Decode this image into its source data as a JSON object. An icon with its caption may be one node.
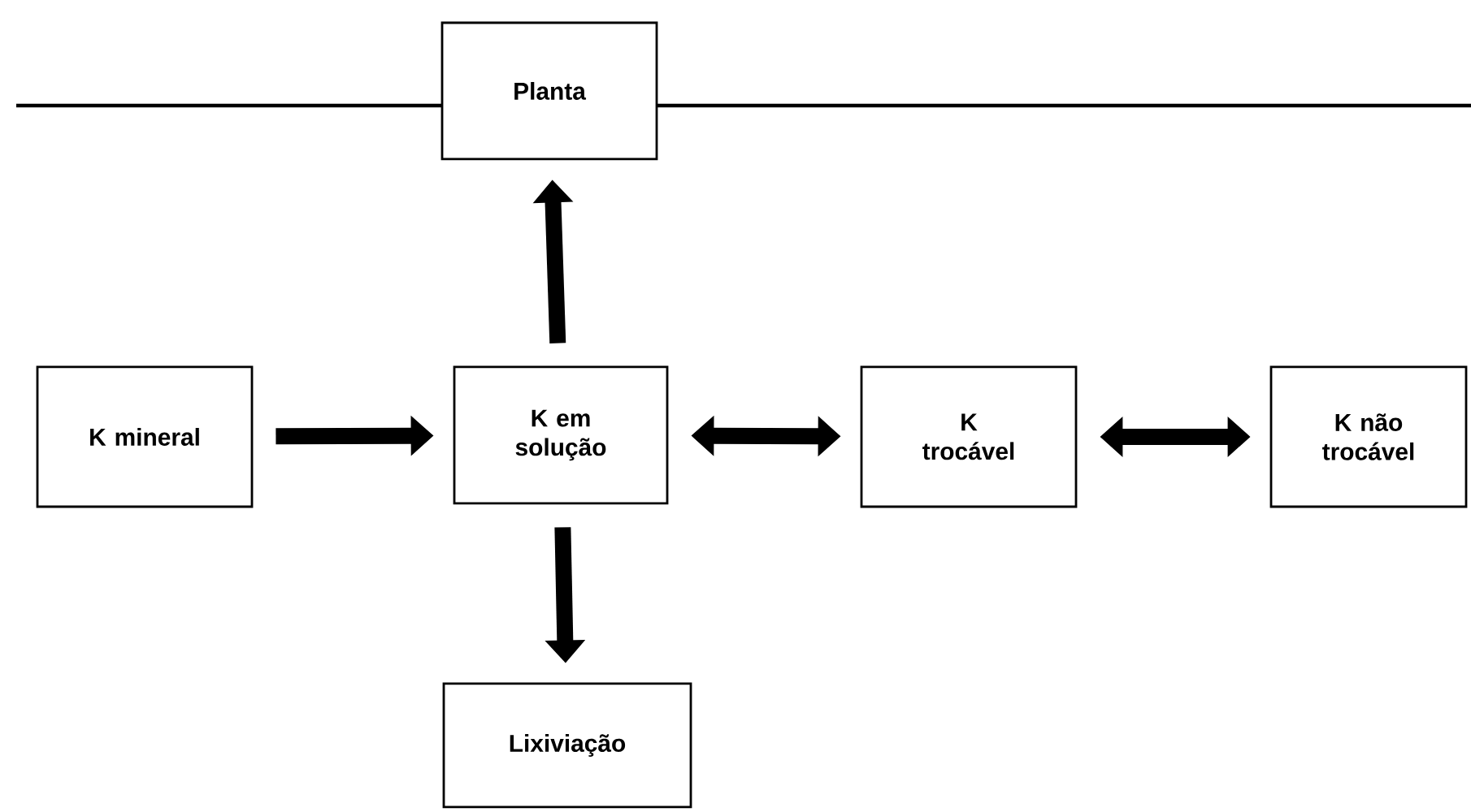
{
  "diagram": {
    "nodes": [
      {
        "text": [
          "Planta"
        ]
      },
      {
        "text": [
          "K mineral"
        ]
      },
      {
        "text": [
          "K em solução"
        ]
      },
      {
        "text": [
          "K trocável"
        ]
      },
      {
        "text": [
          "K não trocável"
        ]
      },
      {
        "text": [
          "Lixiviação"
        ]
      }
    ],
    "edges": [
      {
        "from": 2,
        "to": 0,
        "arrow": "to"
      },
      {
        "from": 1,
        "to": 2,
        "arrow": "to"
      },
      {
        "from": 2,
        "to": 3,
        "arrow": "both"
      },
      {
        "from": 3,
        "to": 4,
        "arrow": "both"
      },
      {
        "from": 2,
        "to": 5,
        "arrow": "to"
      }
    ]
  }
}
